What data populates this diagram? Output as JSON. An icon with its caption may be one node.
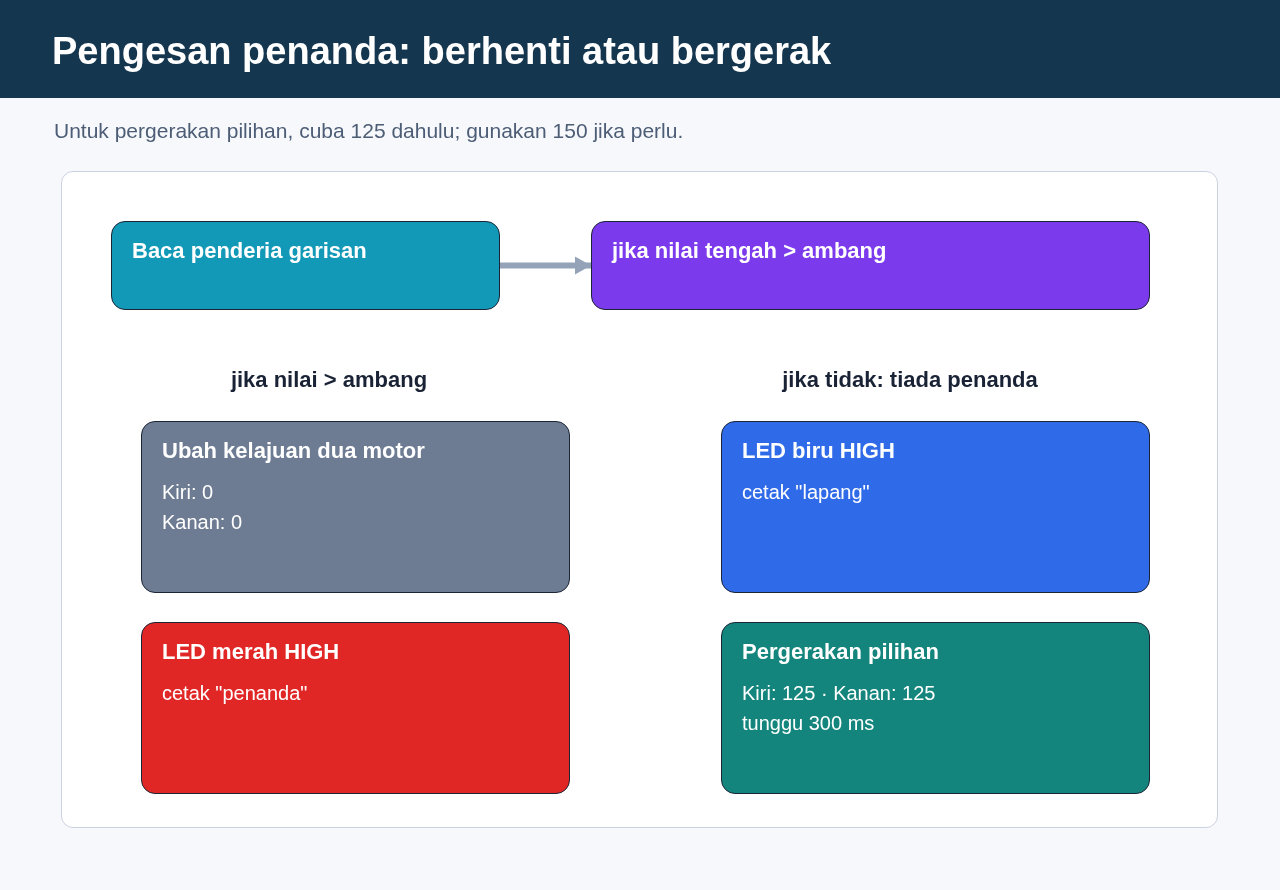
{
  "diagram": {
    "title": "Pengesan penanda: berhenti atau bergerak",
    "caption": "Untuk pergerakan pilihan, cuba 125 dahulu; gunakan 150 jika perlu.",
    "nodes": [
      {
        "text": [
          "Baca penderia garisan"
        ]
      },
      {
        "text": [
          "jika nilai tengah > ambang"
        ]
      },
      {
        "text": [
          "Ubah kelajuan dua motor",
          "Kiri: 0",
          "Kanan: 0"
        ]
      },
      {
        "text": [
          "LED biru HIGH",
          "cetak \"lapang\""
        ]
      },
      {
        "text": [
          "LED merah HIGH",
          "cetak \"penanda\""
        ]
      },
      {
        "text": [
          "Pergerakan pilihan",
          "Kiri: 125 · Kanan: 125",
          "tunggu 300 ms"
        ]
      }
    ],
    "edges": [
      {
        "from": 0,
        "to": 1,
        "arrow": "to"
      }
    ],
    "labels": [
      "jika nilai > ambang",
      "jika tidak: tiada penanda"
    ]
  }
}
